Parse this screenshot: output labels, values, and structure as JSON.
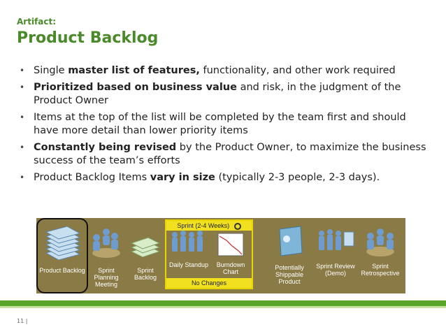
{
  "slide": {
    "artifact_label": "Artifact:",
    "title": "Product Backlog",
    "page_number": "11  |"
  },
  "bullets": [
    {
      "pre": "Single ",
      "bold": "master list of features,",
      "post": " functionality, and other work required"
    },
    {
      "pre": "",
      "bold": "Prioritized based on business value",
      "post": " and risk, in the judgment of the Product Owner"
    },
    {
      "pre": "Items at the top of the list will be completed by the team first and should have more detail than lower priority items",
      "bold": "",
      "post": ""
    },
    {
      "pre": "",
      "bold": "Constantly being revised",
      "post": " by the Product Owner, to maximize the business success of the team’s efforts"
    },
    {
      "pre": "Product Backlog Items ",
      "bold": "vary in size",
      "post": " (typically 2-3 people, 2-3 days)."
    }
  ],
  "diagram": {
    "sprint_header": "Sprint (2-4 Weeks)",
    "sprint_footer": "No Changes",
    "steps": {
      "product_backlog": "Product Backlog",
      "sprint_planning": "Sprint Planning Meeting",
      "sprint_backlog": "Sprint Backlog",
      "daily_standup": "Daily Standup",
      "burndown_chart": "Burndown Chart",
      "shippable_product": "Potentially Shippable Product",
      "sprint_review": "Sprint Review (Demo)",
      "sprint_retrospective": "Sprint Retrospective"
    },
    "colors": {
      "background": "#8a7a45",
      "sprint_band": "#f0e020",
      "accent_green": "#4a8a2a"
    }
  }
}
